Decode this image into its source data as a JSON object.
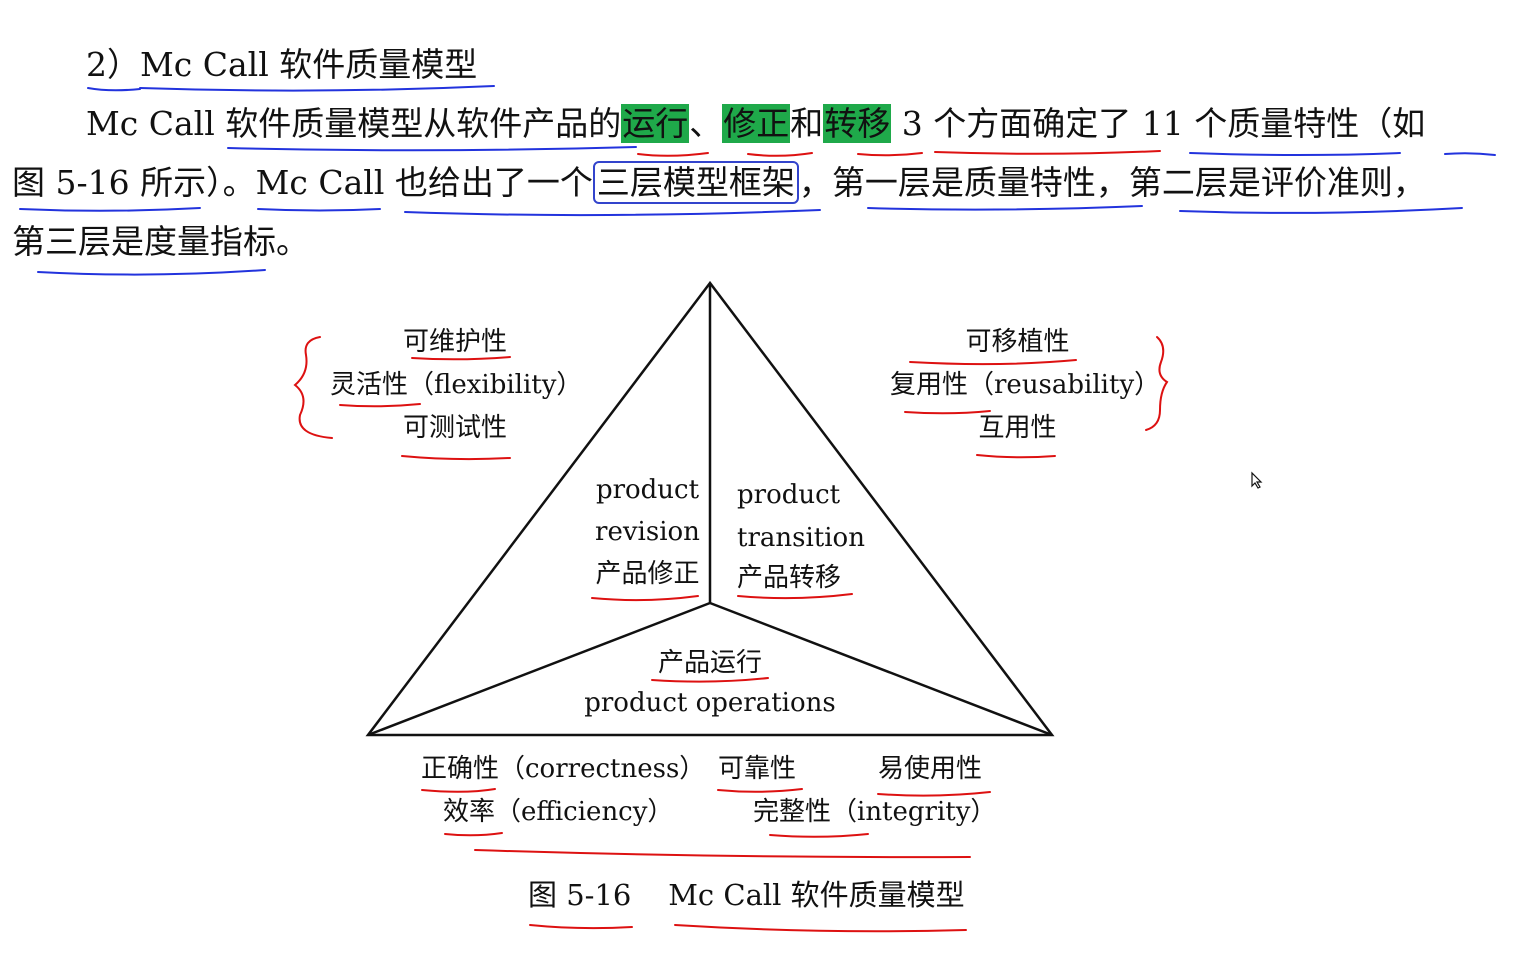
{
  "heading": "2）Mc Call 软件质量模型",
  "para": {
    "l1_a": "Mc Call 软件质量模型从软件产品的",
    "l1_hl1": "运行",
    "l1_sep1": "、",
    "l1_hl2": "修正",
    "l1_sep2": "和",
    "l1_hl3": "转移",
    "l1_b": " 3 个方面确定了 11 个质量特性（如",
    "l2_a": "图 5-16 所示）。Mc Call 也给出了一个",
    "l2_box": "三层模型框架",
    "l2_b": "，第一层是质量特性，第二层是评价准则，",
    "l3": "第三层是度量指标。"
  },
  "figure": {
    "revision_group": [
      "可维护性",
      "灵活性（flexibility）",
      "可测试性"
    ],
    "transition_group": [
      "可移植性",
      "复用性（reusability）",
      "互用性"
    ],
    "revision_label": [
      "product",
      "revision",
      "产品修正"
    ],
    "transition_label": [
      "product",
      "transition",
      "产品转移"
    ],
    "operations_label": [
      "产品运行",
      "product operations"
    ],
    "operations_group": {
      "correctness": "正确性（correctness）",
      "reliability": "可靠性",
      "usability": "易使用性",
      "efficiency": "效率（efficiency）",
      "integrity": "完整性（integrity）"
    },
    "caption": "图 5-16    Mc Call 软件质量模型"
  },
  "colors": {
    "highlight": "#1fa94a",
    "blue_annotation": "#2233dd",
    "red_annotation": "#dd1111"
  },
  "icons": {
    "cursor": "mouse-cursor-icon"
  }
}
